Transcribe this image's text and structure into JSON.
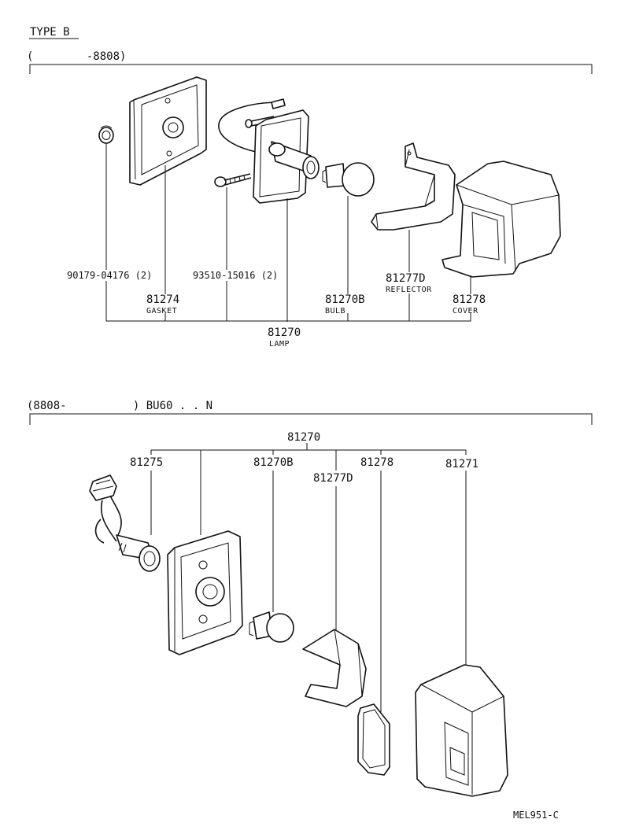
{
  "type_label": "TYPE B",
  "section1": {
    "range": "(        -8808)",
    "assembly": {
      "number": "81270",
      "name": "LAMP"
    },
    "parts": [
      {
        "number": "90179-04176 (2)",
        "name": ""
      },
      {
        "number": "81274",
        "name": "GASKET"
      },
      {
        "number": "93510-15016 (2)",
        "name": ""
      },
      {
        "number": "81270B",
        "name": "BULB"
      },
      {
        "number": "81277D",
        "name": "REFLECTOR"
      },
      {
        "number": "81278",
        "name": "COVER"
      }
    ]
  },
  "section2": {
    "range": "(8808-          ) BU60 . . N",
    "assembly": {
      "number": "81270"
    },
    "parts": [
      {
        "number": "81275"
      },
      {
        "number": "81270B"
      },
      {
        "number": "81277D"
      },
      {
        "number": "81278"
      },
      {
        "number": "81271"
      }
    ]
  },
  "footer_code": "MEL951-C"
}
